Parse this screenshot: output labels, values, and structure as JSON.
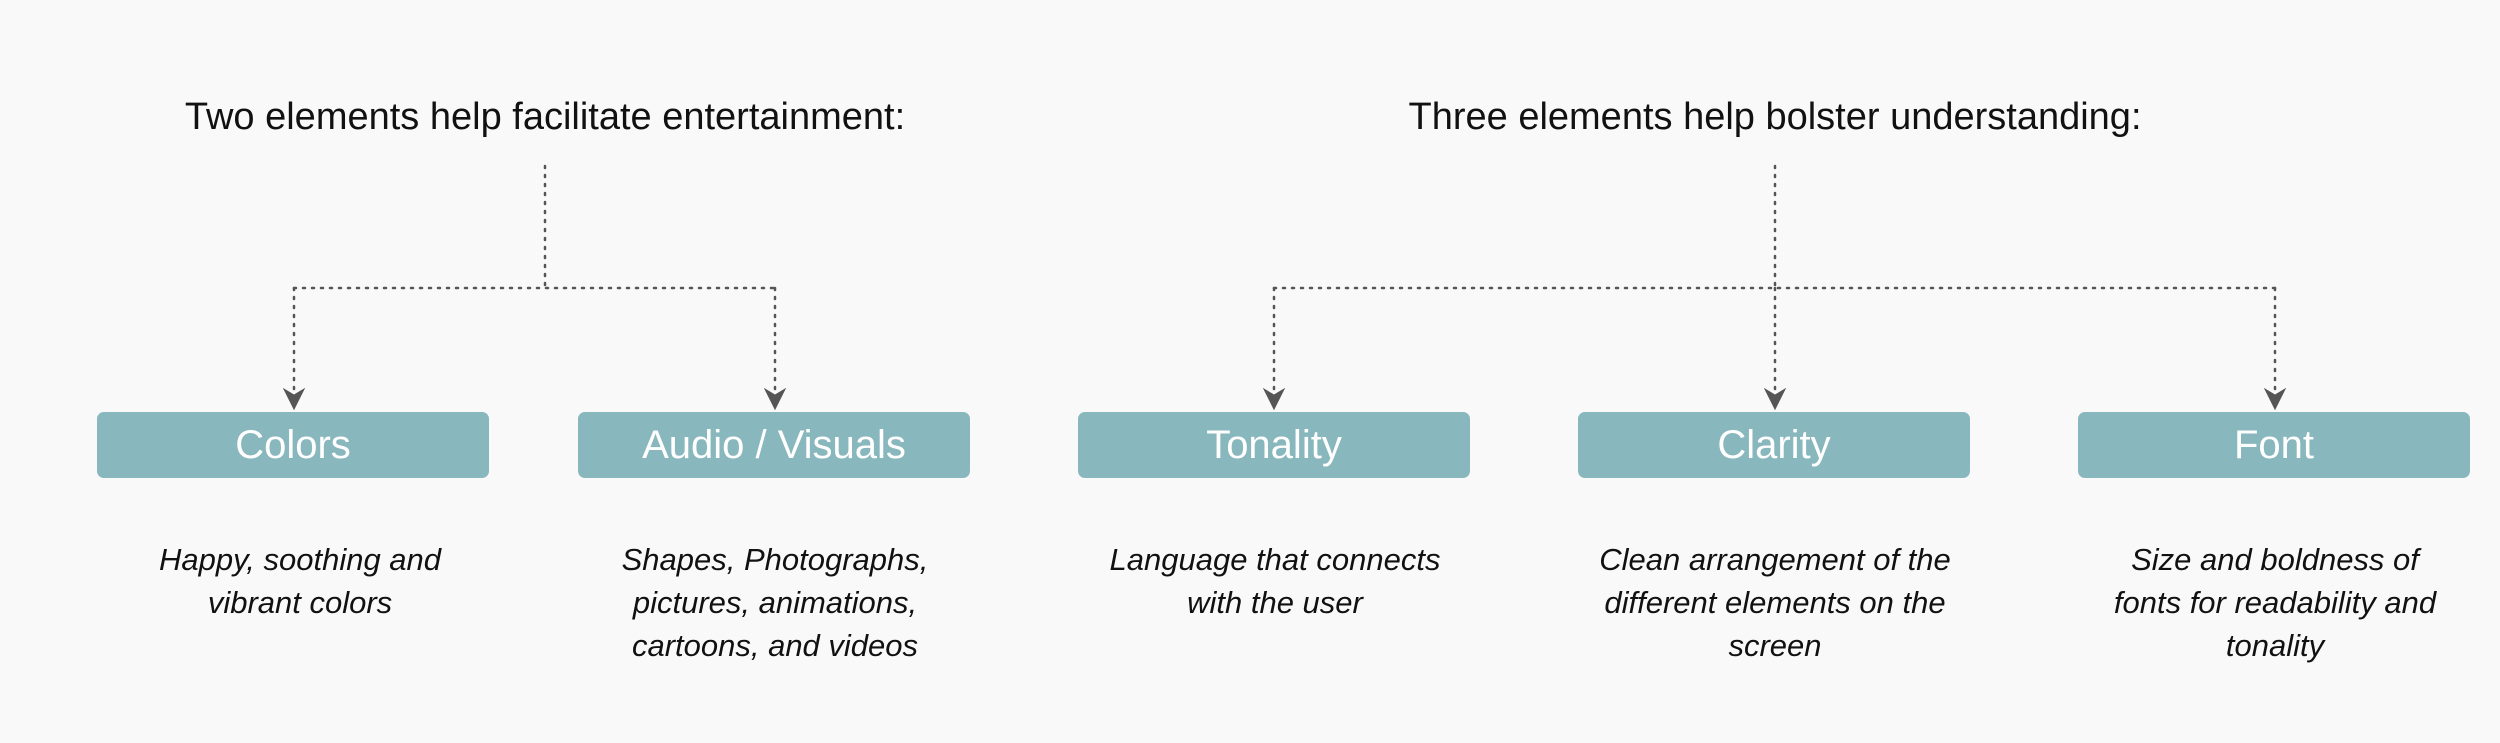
{
  "groups": [
    {
      "title": "Two elements help facilitate entertainment:",
      "items": [
        {
          "label": "Colors",
          "description": "Happy, soothing and vibrant colors"
        },
        {
          "label": "Audio / Visuals",
          "description": "Shapes, Photographs, pictures, animations, cartoons, and videos"
        }
      ]
    },
    {
      "title": "Three elements help bolster understanding:",
      "items": [
        {
          "label": "Tonality",
          "description": "Language that connects with the user"
        },
        {
          "label": "Clarity",
          "description": "Clean arrangement of the different elements on the screen"
        },
        {
          "label": "Font",
          "description": "Size and boldness of fonts for readability and tonality"
        }
      ]
    }
  ],
  "colors": {
    "box_fill": "#88b7bd",
    "box_text": "#ffffff",
    "background": "#f9f9f9",
    "connector": "#555555"
  }
}
